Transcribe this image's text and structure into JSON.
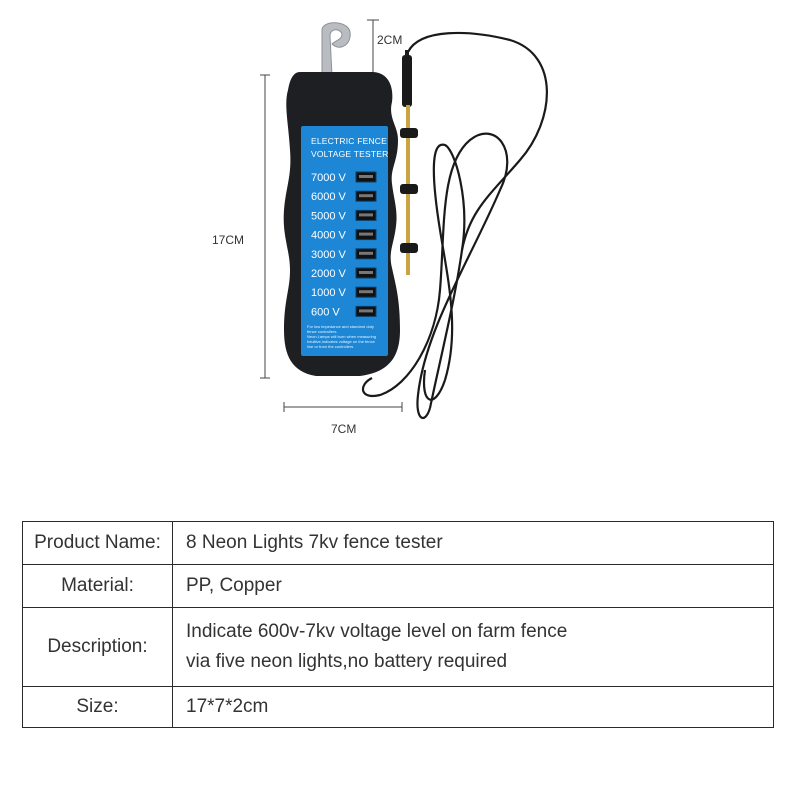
{
  "dimensions": {
    "height_label": "17CM",
    "width_label": "7CM",
    "hook_label": "2CM"
  },
  "device": {
    "title_line1": "ELECTRIC FENCE",
    "title_line2": "VOLTAGE TESTER",
    "voltage_levels": [
      "7000 V",
      "6000 V",
      "5000 V",
      "4000 V",
      "3000 V",
      "2000 V",
      "1000 V",
      "600 V"
    ],
    "fine_print": [
      "For low impedance and standard duty",
      "fence controllers.",
      "Neon Lamps will burn when measuring",
      "Intuitive,indicates voltage on the fence",
      "line or from the controllers"
    ],
    "colors": {
      "body": "#1e1f22",
      "panel": "#1d87d6",
      "probe": "#c8a445",
      "hook": "#b9bcc0"
    }
  },
  "specs": {
    "rows": [
      {
        "label": "Product Name:",
        "lines": [
          "8 Neon Lights 7kv fence tester"
        ]
      },
      {
        "label": "Material:",
        "lines": [
          "PP, Copper"
        ]
      },
      {
        "label": "Description:",
        "lines": [
          "Indicate 600v-7kv voltage level on farm fence",
          "via five neon lights,no battery required"
        ]
      },
      {
        "label": "Size:",
        "lines": [
          "17*7*2cm"
        ]
      }
    ]
  }
}
